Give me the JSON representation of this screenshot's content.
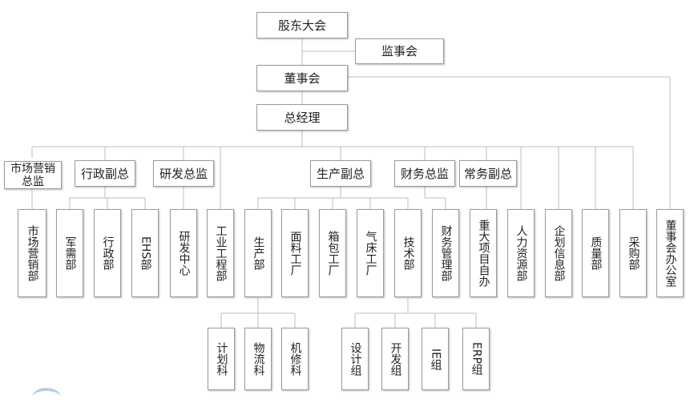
{
  "org": {
    "shareholders": "股东大会",
    "supervisory": "监事会",
    "board": "董事会",
    "gm": "总经理",
    "marketing_director": "市场营销总监",
    "admin_vp": "行政副总",
    "rd_director": "研发总监",
    "production_vp": "生产副总",
    "finance_director": "财务总监",
    "executive_vp": "常务副总",
    "departments": {
      "marketing": "市场营销部",
      "military": "军需部",
      "admin": "行政部",
      "ehs": "EHS部",
      "rd_center": "研发中心",
      "ie_dept": "工业工程部",
      "production": "生产部",
      "fabric_factory": "面料工厂",
      "bag_factory": "箱包工厂",
      "airbed_factory": "气床工厂",
      "tech": "技术部",
      "finance_mgmt": "财务管理部",
      "major_projects": "重大项目自办",
      "hr": "人力资源部",
      "it": "企划信息部",
      "quality": "质量部",
      "purchasing": "采购部",
      "board_office": "董事会办公室"
    },
    "sections": {
      "planning": "计划科",
      "logistics": "物流科",
      "maintenance": "机修科",
      "design": "设计组",
      "development": "开发组",
      "ie_group": "IE组",
      "erp_group": "ERP组"
    }
  },
  "colors": {
    "line": "#bdbdbd",
    "border": "#9b9b9b",
    "text": "#222222"
  }
}
